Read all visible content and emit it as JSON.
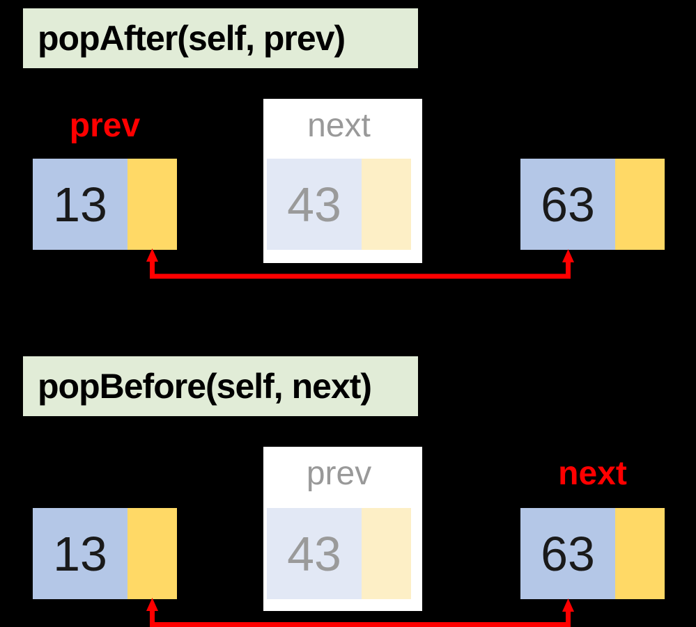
{
  "colors": {
    "bg": "#000000",
    "green": "#E1ECD7",
    "white": "#FFFFFF",
    "nodeBlue": "#B4C7E7",
    "nodeYellow": "#FFD966",
    "fadedBlue": "#E2E8F5",
    "fadedYellow": "#FDEFC6",
    "red": "#FF0000",
    "grayLabel": "#999999",
    "valueDark": "#1A1A1A",
    "valueGray": "#9A9A9A"
  },
  "sections": [
    {
      "title": "popAfter(self, prev)",
      "nodes": [
        {
          "value": "13",
          "label": "prev"
        },
        {
          "value": "43",
          "label": "next"
        },
        {
          "value": "63",
          "label": ""
        }
      ],
      "arrow": {
        "from": "node-13-pointer",
        "to": "node-63",
        "color": "#FF0000"
      }
    },
    {
      "title": "popBefore(self, next)",
      "nodes": [
        {
          "value": "13",
          "label": ""
        },
        {
          "value": "43",
          "label": "prev"
        },
        {
          "value": "63",
          "label": "next"
        }
      ],
      "arrow": {
        "from": "node-13-pointer",
        "to": "node-63",
        "color": "#FF0000"
      }
    }
  ]
}
